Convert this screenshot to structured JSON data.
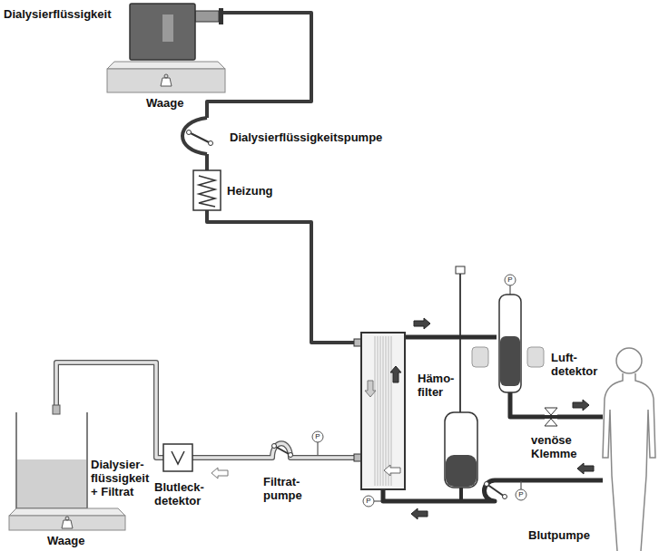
{
  "diagram": {
    "nodes": [
      {
        "text": [
          "Dialysierflüssigkeit"
        ]
      },
      {
        "text": [
          "Waage"
        ]
      },
      {
        "text": [
          "Dialysierflüssigkeitspumpe"
        ]
      },
      {
        "text": [
          "Heizung"
        ]
      },
      {
        "text": [
          "Hämo- filter"
        ]
      },
      {
        "text": [
          "Luft- detektor"
        ]
      },
      {
        "text": [
          "venöse Klemme"
        ]
      },
      {
        "text": [
          "Blutpumpe"
        ]
      },
      {
        "text": [
          "Filtrat- pumpe"
        ]
      },
      {
        "text": [
          "Blutleck- detektor"
        ]
      },
      {
        "text": [
          "Dialysier- flüssigkeit + Filtrat"
        ]
      },
      {
        "text": [
          "Waage"
        ]
      }
    ],
    "edges": [
      {
        "from": 0,
        "to": 2,
        "arrow": "none"
      },
      {
        "from": 2,
        "to": 3,
        "arrow": "none"
      },
      {
        "from": 3,
        "to": 4,
        "arrow": "none"
      },
      {
        "from": 4,
        "to": 5,
        "arrow": "none"
      },
      {
        "from": 5,
        "to": 6,
        "arrow": "none"
      },
      {
        "from": 7,
        "to": 4,
        "arrow": "none"
      },
      {
        "from": 4,
        "to": 8,
        "arrow": "none"
      },
      {
        "from": 8,
        "to": 9,
        "arrow": "none"
      },
      {
        "from": 9,
        "to": 10,
        "arrow": "none"
      }
    ],
    "labels": [
      "P",
      "P",
      "P",
      "P"
    ]
  }
}
